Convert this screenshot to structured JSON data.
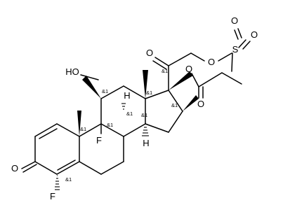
{
  "molecule": {
    "atoms": {
      "ketone_o": "O",
      "f6": "F",
      "f9": "F",
      "oh11": "HO",
      "h8": "H",
      "h14": "H",
      "c20_o": "O",
      "o21": "O",
      "sulfur": "S",
      "so_o1": "O",
      "so_o2": "O",
      "o17": "O",
      "ester_o": "O"
    },
    "stereo_label": "&1"
  }
}
